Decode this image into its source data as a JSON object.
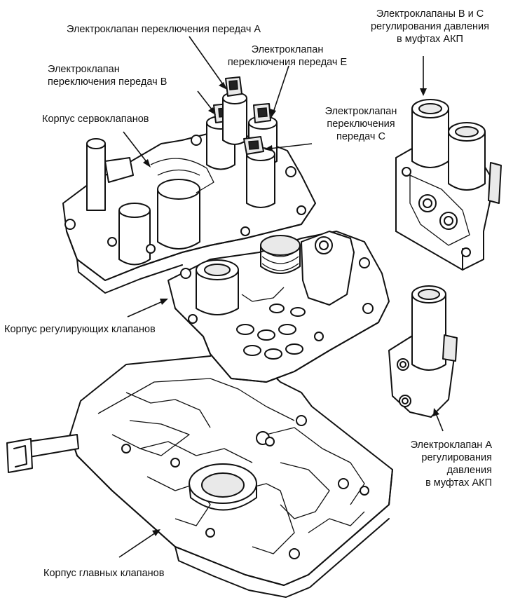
{
  "labels": {
    "shift_solenoid_a": "Электроклапан переключения передач А",
    "shift_solenoid_e": "Электроклапан\nпереключения передач Е",
    "shift_solenoid_b": "Электроклапан\nпереключения передач В",
    "shift_solenoid_c": "Электроклапан\nпереключения\nпередач С",
    "servo_body": "Корпус сервоклапанов",
    "pressure_solenoids_bc": "Электроклапаны В и С\nрегулирования давления\nв муфтах АКП",
    "regulator_body": "Корпус регулирующих клапанов",
    "pressure_solenoid_a": "Электроклапан А\nрегулирования\nдавления\nв муфтах АКП",
    "main_valve_body": "Корпус главных клапанов"
  }
}
